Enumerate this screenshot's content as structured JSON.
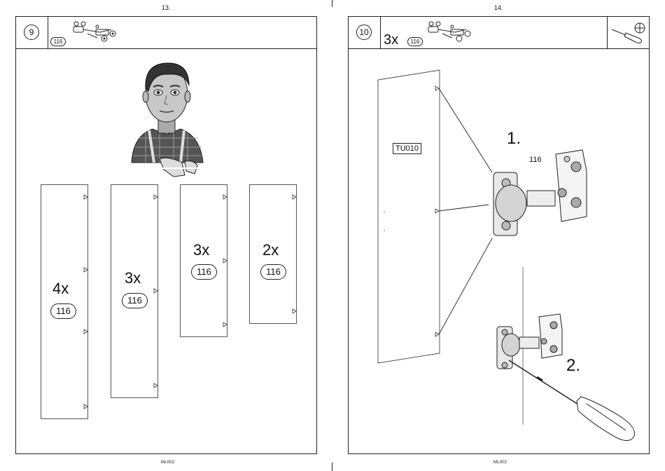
{
  "left_page": {
    "page_number": "13.",
    "step_number": "9",
    "header_part": "116",
    "boards": [
      {
        "qty": "4x",
        "part": "116"
      },
      {
        "qty": "3x",
        "part": "116"
      },
      {
        "qty": "3x",
        "part": "116"
      },
      {
        "qty": "2x",
        "part": "116"
      }
    ],
    "footer": "ML002"
  },
  "right_page": {
    "page_number": "14.",
    "step_number": "10",
    "header_qty": "3x",
    "header_part": "116",
    "panel_label": "TU010",
    "step_one": "1.",
    "step_two": "2.",
    "hinge_part": "116",
    "tool_icon": "screwdriver-icon",
    "footer": "ML002"
  }
}
